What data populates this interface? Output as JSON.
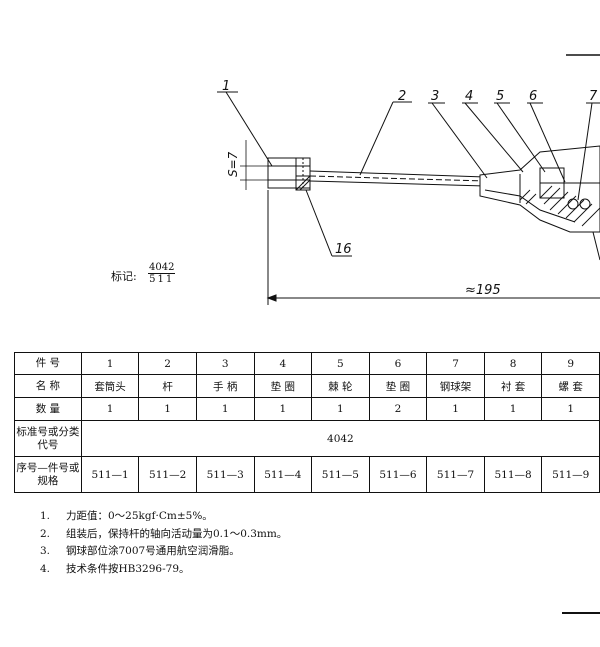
{
  "drawing": {
    "part_numbers": [
      "1",
      "2",
      "3",
      "4",
      "5",
      "6",
      "7",
      "16"
    ],
    "dimension_vertical": "S=7",
    "dimension_length": "≈195"
  },
  "mark": {
    "label": "标记:",
    "numerator": "4042",
    "denominator": "511"
  },
  "table": {
    "row_headers": {
      "part_no": "件 号",
      "name": "名 称",
      "qty": "数 量",
      "std_code": "标准号或分类代号",
      "seq_spec": "序号—件号或规格"
    },
    "part_numbers": [
      "1",
      "2",
      "3",
      "4",
      "5",
      "6",
      "7",
      "8",
      "9"
    ],
    "names": [
      "套筒头",
      "杆",
      "手 柄",
      "垫 圈",
      "棘 轮",
      "垫 圈",
      "钢球架",
      "衬 套",
      "螺 套"
    ],
    "quantities": [
      "1",
      "1",
      "1",
      "1",
      "1",
      "2",
      "1",
      "1",
      "1"
    ],
    "std_code_value": "4042",
    "seq_specs": [
      "511—1",
      "511—2",
      "511—3",
      "511—4",
      "511—5",
      "511—6",
      "511—7",
      "511—8",
      "511—9"
    ]
  },
  "notes": [
    {
      "num": "1.",
      "text": "力距值：0～25kgf·Cm±5%。"
    },
    {
      "num": "2.",
      "text": "组装后，保持杆的轴向活动量为0.1～0.3mm。"
    },
    {
      "num": "3.",
      "text": "钢球部位涂7007号通用航空润滑脂。"
    },
    {
      "num": "4.",
      "text": "技术条件按HB3296-79。"
    }
  ]
}
